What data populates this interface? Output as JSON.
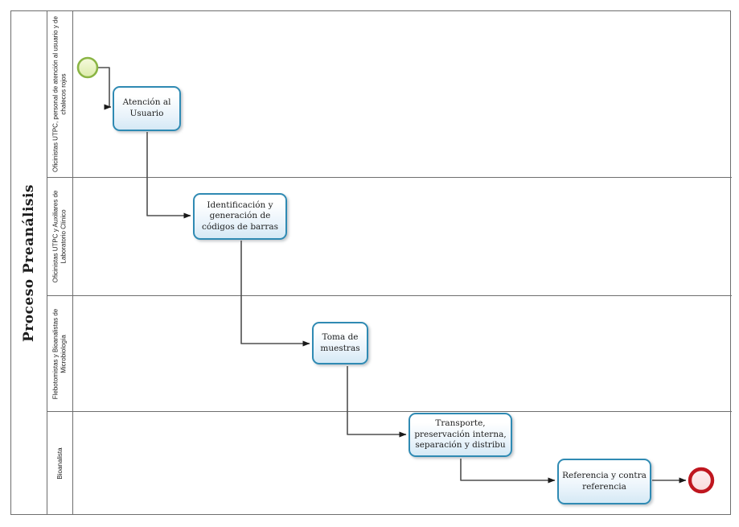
{
  "diagram": {
    "pool_title": "Proceso Preanálisis",
    "lanes": [
      {
        "label": "Oficinistas UTPC, personal de atención al usuario y de chalecos rojos"
      },
      {
        "label": "Oficinistas UTPC y Auxiliares de Laboratorio Clínico"
      },
      {
        "label": "Flebotomistas y Bioanalistas de Microbiología"
      },
      {
        "label": "Bioanalista"
      }
    ],
    "tasks": [
      {
        "label": "Atención al Usuario",
        "lane": 0
      },
      {
        "label": "Identificación y generación de códigos de barras",
        "lane": 1
      },
      {
        "label": "Toma de muestras",
        "lane": 2
      },
      {
        "label": "Transporte, preservación interna, separación y distribu",
        "lane": 3
      },
      {
        "label": "Referencia y contra referencia",
        "lane": 3
      }
    ],
    "events": [
      {
        "kind": "start",
        "lane": 0
      },
      {
        "kind": "end",
        "lane": 3
      }
    ],
    "flow_order": [
      "start-event",
      "Atención al Usuario",
      "Identificación y generación de códigos de barras",
      "Toma de muestras",
      "Transporte, preservación interna, separación y distribu",
      "Referencia y contra referencia",
      "end-event"
    ],
    "colors": {
      "task_border": "#2f8ab3",
      "task_fill_bottom": "#d5e9f5",
      "start_event_border": "#8ab544",
      "start_event_fill": "#ecf5c9",
      "end_event_border": "#bf161f",
      "end_event_fill": "#fbe4e4",
      "connector": "#4f4f4f",
      "lane_border": "#6e6e6e"
    }
  }
}
